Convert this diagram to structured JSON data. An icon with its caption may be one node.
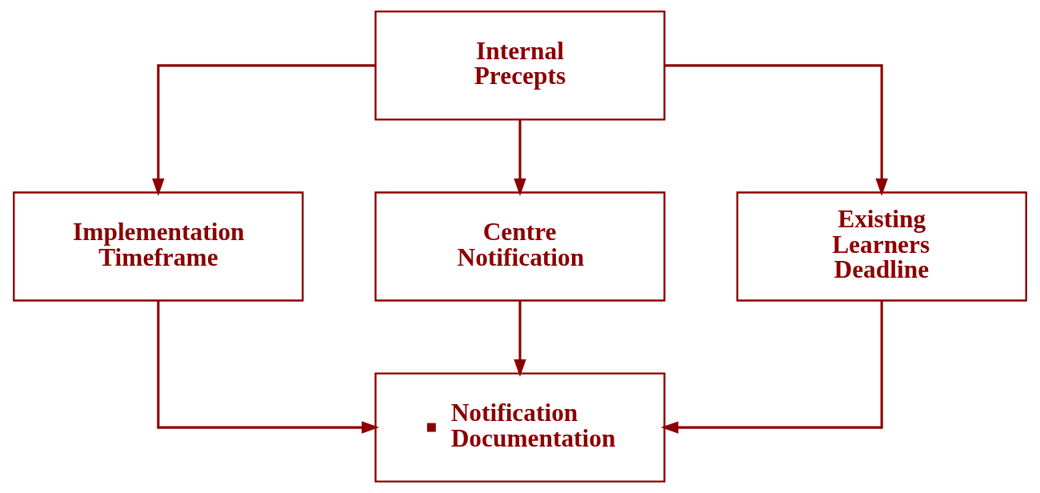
{
  "diagram": {
    "nodes": [
      {
        "text": [
          "Internal Precepts"
        ]
      },
      {
        "text": [
          "Implementation Timeframe"
        ]
      },
      {
        "text": [
          "Centre Notification"
        ]
      },
      {
        "text": [
          "Existing Learners Deadline"
        ]
      },
      {
        "text": [
          "Notification Documentation"
        ]
      }
    ],
    "edges": [
      {
        "from": 0,
        "to": 1,
        "arrow": "to"
      },
      {
        "from": 0,
        "to": 2,
        "arrow": "to"
      },
      {
        "from": 0,
        "to": 3,
        "arrow": "to"
      },
      {
        "from": 1,
        "to": 4,
        "arrow": "to"
      },
      {
        "from": 2,
        "to": 4,
        "arrow": "to"
      },
      {
        "from": 3,
        "to": 4,
        "arrow": "to"
      }
    ]
  }
}
